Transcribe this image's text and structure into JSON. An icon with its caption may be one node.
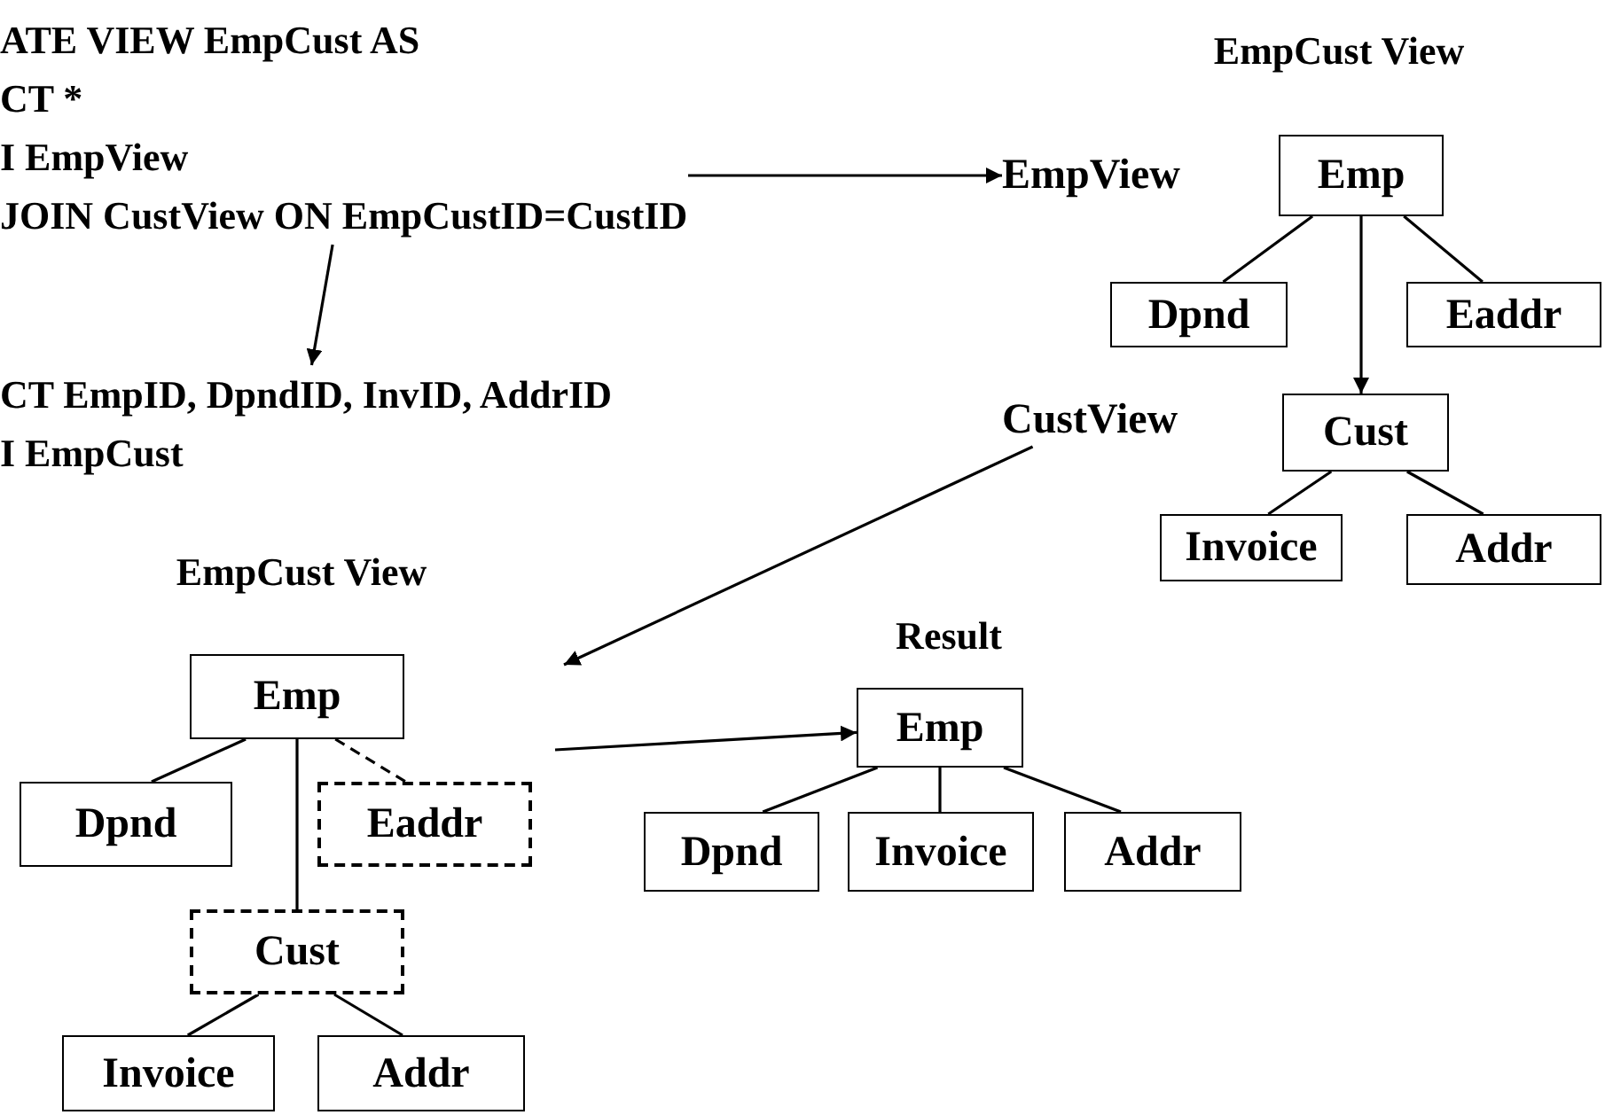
{
  "diagram": {
    "nodes": [
      {
        "text": [
          "ATE VIEW EmpCust AS",
          "CT *",
          "I EmpView",
          "JOIN CustView ON EmpCustID=CustID"
        ]
      },
      {
        "text": [
          "CT EmpID, DpndID, InvID, AddrID",
          "I EmpCust"
        ]
      },
      {
        "text": [
          "EmpView"
        ]
      },
      {
        "text": [
          "CustView"
        ]
      },
      {
        "text": [
          "Emp"
        ]
      },
      {
        "text": [
          "Dpnd"
        ]
      },
      {
        "text": [
          "Eaddr"
        ]
      },
      {
        "text": [
          "Cust"
        ]
      },
      {
        "text": [
          "Invoice"
        ]
      },
      {
        "text": [
          "Addr"
        ]
      },
      {
        "text": [
          "Emp"
        ]
      },
      {
        "text": [
          "Dpnd"
        ]
      },
      {
        "text": [
          "Eaddr"
        ]
      },
      {
        "text": [
          "Cust"
        ]
      },
      {
        "text": [
          "Invoice"
        ]
      },
      {
        "text": [
          "Addr"
        ]
      },
      {
        "text": [
          "Emp"
        ]
      },
      {
        "text": [
          "Dpnd"
        ]
      },
      {
        "text": [
          "Invoice"
        ]
      },
      {
        "text": [
          "Addr"
        ]
      }
    ],
    "edges": [
      {
        "from": 0,
        "to": 1,
        "arrow": "to"
      },
      {
        "from": 0,
        "to": 2,
        "arrow": "to"
      },
      {
        "from": 4,
        "to": 5,
        "arrow": "none"
      },
      {
        "from": 4,
        "to": 6,
        "arrow": "none"
      },
      {
        "from": 4,
        "to": 7,
        "arrow": "to"
      },
      {
        "from": 7,
        "to": 8,
        "arrow": "none"
      },
      {
        "from": 7,
        "to": 9,
        "arrow": "none"
      },
      {
        "from": 3,
        "to": null,
        "arrow": "to"
      },
      {
        "from": 10,
        "to": 11,
        "arrow": "none"
      },
      {
        "from": 10,
        "to": 12,
        "arrow": "none",
        "style": "dashed"
      },
      {
        "from": 10,
        "to": 13,
        "arrow": "none"
      },
      {
        "from": 13,
        "to": 14,
        "arrow": "none"
      },
      {
        "from": 13,
        "to": 15,
        "arrow": "none"
      },
      {
        "from": null,
        "to": 16,
        "arrow": "to"
      },
      {
        "from": 16,
        "to": 17,
        "arrow": "none"
      },
      {
        "from": 16,
        "to": 18,
        "arrow": "none"
      },
      {
        "from": 16,
        "to": 19,
        "arrow": "none"
      }
    ],
    "labels": [
      "EmpCust View",
      "EmpCust View",
      "Result"
    ]
  }
}
